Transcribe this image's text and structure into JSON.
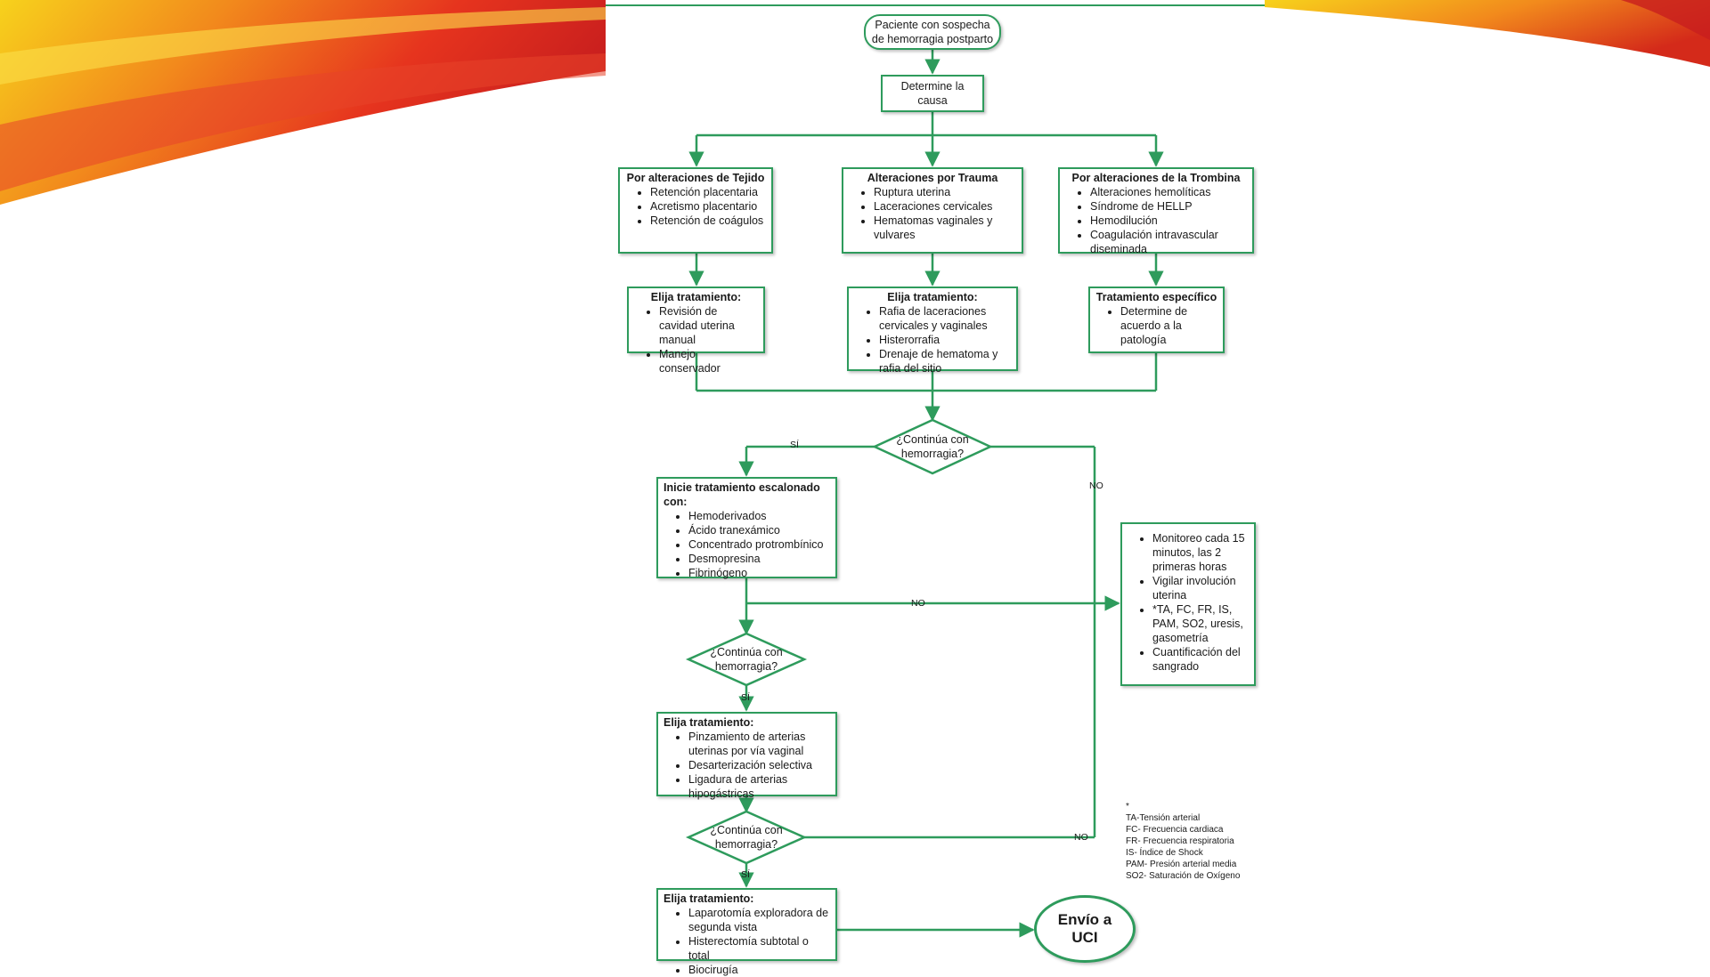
{
  "start": {
    "text": "Paciente con sospecha de hemorragia postparto"
  },
  "cause": {
    "text": "Determine la causa"
  },
  "categories": [
    {
      "title": "Por alteraciones de Tejido",
      "items": [
        "Retención placentaria",
        "Acretismo placentario",
        "Retención de coágulos"
      ]
    },
    {
      "title": "Alteraciones por Trauma",
      "items": [
        "Ruptura uterina",
        "Laceraciones cervicales",
        "Hematomas vaginales y vulvares"
      ]
    },
    {
      "title": "Por alteraciones de la Trombina",
      "items": [
        "Alteraciones hemolíticas",
        "Síndrome de HELLP",
        "Hemodilución",
        "Coagulación intravascular diseminada"
      ]
    }
  ],
  "treatments": [
    {
      "title": "Elija tratamiento:",
      "items": [
        "Revisión de cavidad uterina manual",
        "Manejo conservador"
      ]
    },
    {
      "title": "Elija tratamiento:",
      "items": [
        "Rafia de laceraciones cervicales y vaginales",
        "Histerorrafia",
        "Drenaje de hematoma y rafia del sitio"
      ]
    },
    {
      "title": "Tratamiento específico",
      "items": [
        "Determine de acuerdo a la patología"
      ]
    }
  ],
  "decision_text": "¿Continúa con hemorragia?",
  "labels": {
    "yes": "SÍ",
    "no": "NO"
  },
  "escalonado": {
    "title": "Inicie tratamiento escalonado con:",
    "items": [
      "Hemoderivados",
      "Ácido tranexámico",
      "Concentrado protrombínico",
      "Desmopresina",
      "Fibrinógeno"
    ]
  },
  "monitor": {
    "items": [
      "Monitoreo cada 15 minutos, las 2 primeras horas",
      "Vigilar involución uterina",
      "*TA, FC, FR, IS, PAM, SO2, uresis, gasometría",
      "Cuantificación del sangrado"
    ]
  },
  "treatment4": {
    "title": "Elija tratamiento:",
    "items": [
      "Pinzamiento de arterias uterinas por vía vaginal",
      "Desarterización selectiva",
      "Ligadura de arterias hipogástricas"
    ]
  },
  "treatment5": {
    "title": "Elija tratamiento:",
    "items": [
      "Laparotomía exploradora de segunda vista",
      "Histerectomía subtotal o total",
      "Biocirugía"
    ]
  },
  "uci": {
    "text": "Envío a UCI"
  },
  "legend": {
    "star": "*",
    "lines": [
      "TA-Tensión arterial",
      "FC- Frecuencia cardiaca",
      "FR- Frecuencia respiratoria",
      "IS- Índice de Shock",
      "PAM- Presión arterial media",
      "SO2- Saturación de Oxígeno"
    ]
  },
  "colors": {
    "line": "#2e9b5c",
    "swoosh_red": "#e6341e",
    "swoosh_orange": "#f28a1c",
    "swoosh_yellow": "#f7d21c"
  }
}
